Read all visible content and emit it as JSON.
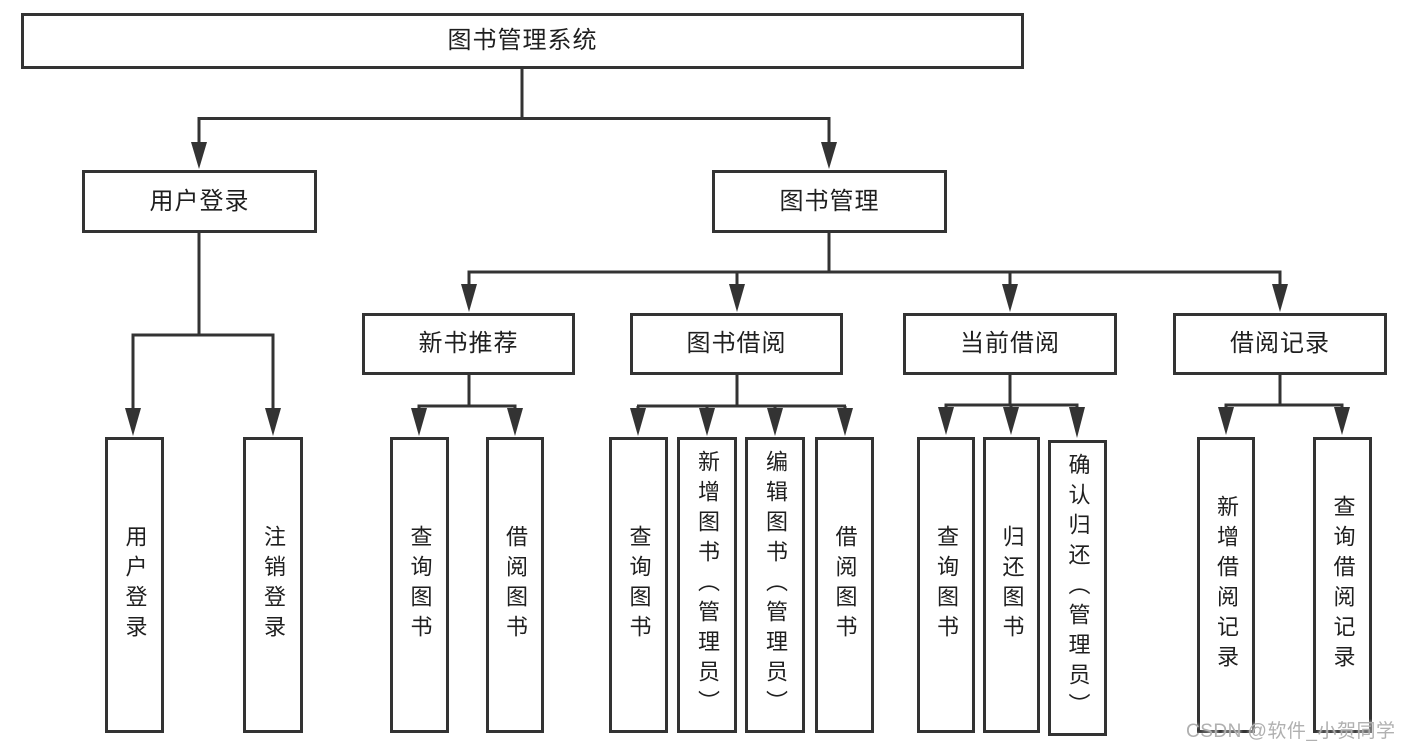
{
  "diagram": {
    "root": {
      "label": "图书管理系统"
    },
    "branches": {
      "user_login": {
        "label": "用户登录",
        "children": [
          "用户登录",
          "注销登录"
        ]
      },
      "book_mgmt": {
        "label": "图书管理",
        "children": {
          "new_book_rec": {
            "label": "新书推荐",
            "children": [
              "查询图书",
              "借阅图书"
            ]
          },
          "book_borrow": {
            "label": "图书借阅",
            "children": [
              "查询图书",
              "新增图书（管理员）",
              "编辑图书（管理员）",
              "借阅图书"
            ]
          },
          "current_borrow": {
            "label": "当前借阅",
            "children": [
              "查询图书",
              "归还图书",
              "确认归还（管理员）"
            ]
          },
          "borrow_records": {
            "label": "借阅记录",
            "children": [
              "新增借阅记录",
              "查询借阅记录"
            ]
          }
        }
      }
    }
  },
  "watermark": {
    "text": "CSDN @软件_小贺同学"
  },
  "colors": {
    "line": "#333333",
    "text": "#1f1f1f",
    "watermark": "#b0b0b0",
    "background": "#ffffff"
  }
}
